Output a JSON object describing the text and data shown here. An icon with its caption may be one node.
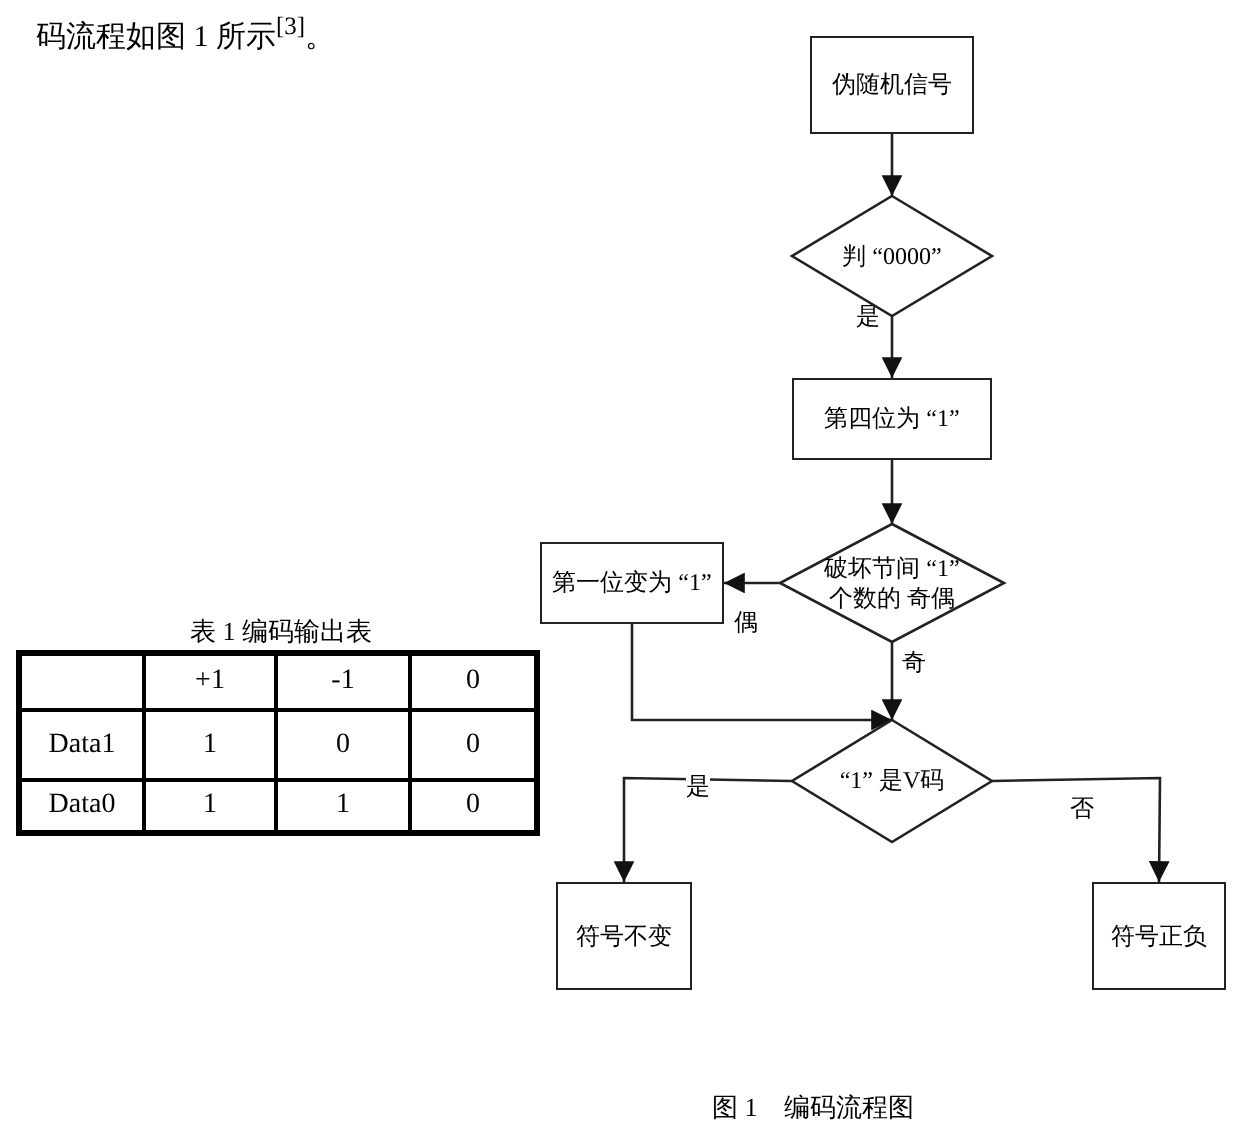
{
  "diagram": {
    "caption": "图 1　编码流程图",
    "nodes": [
      {
        "text": [
          "伪随机信号"
        ]
      },
      {
        "text": [
          "判 “0000”"
        ]
      },
      {
        "text": [
          "第四位为 “1”"
        ]
      },
      {
        "text": [
          "破坏节间 “1” 个数的 奇偶"
        ]
      },
      {
        "text": [
          "第一位变为 “1”"
        ]
      },
      {
        "text": [
          "“1” 是V码"
        ]
      },
      {
        "text": [
          "符号不变"
        ]
      },
      {
        "text": [
          "符号正负"
        ]
      }
    ],
    "edges": [
      {
        "from": 0,
        "to": 1,
        "arrow": "to"
      },
      {
        "from": 1,
        "to": 2,
        "arrow": "to",
        "label": "是"
      },
      {
        "from": 2,
        "to": 3,
        "arrow": "to"
      },
      {
        "from": 3,
        "to": 4,
        "arrow": "to",
        "label": "偶"
      },
      {
        "from": 3,
        "to": 5,
        "arrow": "to",
        "label": "奇"
      },
      {
        "from": 4,
        "to": 5,
        "arrow": "to"
      },
      {
        "from": 5,
        "to": 6,
        "arrow": "to",
        "label": "是"
      },
      {
        "from": 5,
        "to": 7,
        "arrow": "to",
        "label": "否"
      }
    ],
    "labels": [
      "码流程如图 1 所示$^{[3]}$。",
      "表 1 编码输出表",
      "+1",
      "-1",
      "0",
      "Data1",
      "1",
      "0",
      "0",
      "Data0",
      "1",
      "1",
      "0"
    ]
  }
}
